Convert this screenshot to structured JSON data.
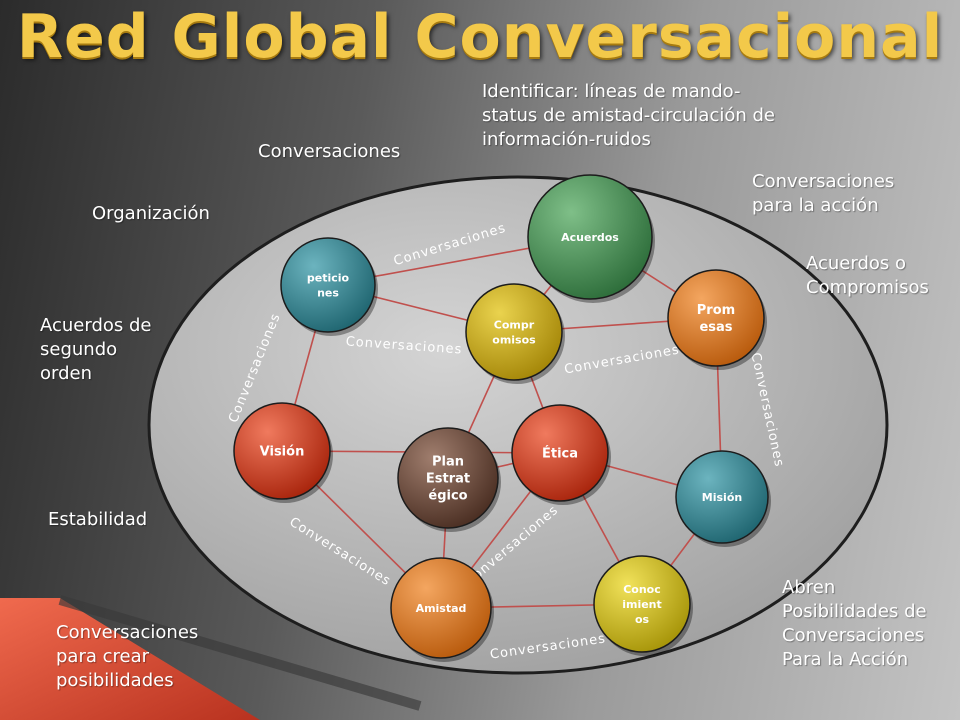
{
  "title": "Red Global Conversacional",
  "notes": {
    "identificar": "Identificar: líneas de mando-\nstatus de amistad-circulación de\ninformación-ruidos",
    "conversaciones_top": "Conversaciones",
    "organizacion": "Organización",
    "para_accion": "Conversaciones\npara la acción",
    "acuerdos_compromisos": "Acuerdos o\nCompromisos",
    "segundo_orden": "Acuerdos de\nsegundo\norden",
    "estabilidad": "Estabilidad",
    "crear_posibilidades": "Conversaciones\npara crear\nposibilidades",
    "abren": " Abren\nPosibilidades de\nConversaciones\nPara la Acción"
  },
  "nodes": [
    {
      "id": "peticiones",
      "label": "peticio\nnes",
      "color": "#2f7f8c",
      "size": "small"
    },
    {
      "id": "acuerdos",
      "label": "Acuerdos",
      "color": "#3f8a4e",
      "size": "small"
    },
    {
      "id": "promesas",
      "label": "Prom\nesas",
      "color": "#e07a1e",
      "size": "large"
    },
    {
      "id": "compromisos",
      "label": "Compr\nomisos",
      "color": "#c9a812",
      "size": "small"
    },
    {
      "id": "vision",
      "label": "Visión",
      "color": "#d83a1c",
      "size": "large"
    },
    {
      "id": "etica",
      "label": "Ética",
      "color": "#d83a1c",
      "size": "large"
    },
    {
      "id": "plan",
      "label": "Plan\nEstrat\négico",
      "color": "#6e4a3a",
      "size": "large"
    },
    {
      "id": "mision",
      "label": "Misión",
      "color": "#2f7f8c",
      "size": "small"
    },
    {
      "id": "amistad",
      "label": "Amistad",
      "color": "#e07a1e",
      "size": "small"
    },
    {
      "id": "conocimientos",
      "label": "Conoc\nimient\nos",
      "color": "#d9c410",
      "size": "small"
    }
  ],
  "edge_label": "Conversaciones",
  "colors": {
    "ellipse_fill": "#b9b9b9",
    "edge": "#c0504d",
    "edge_label": "#ffffff",
    "title": "#f3c94a",
    "corner_band": "#e0523a"
  }
}
